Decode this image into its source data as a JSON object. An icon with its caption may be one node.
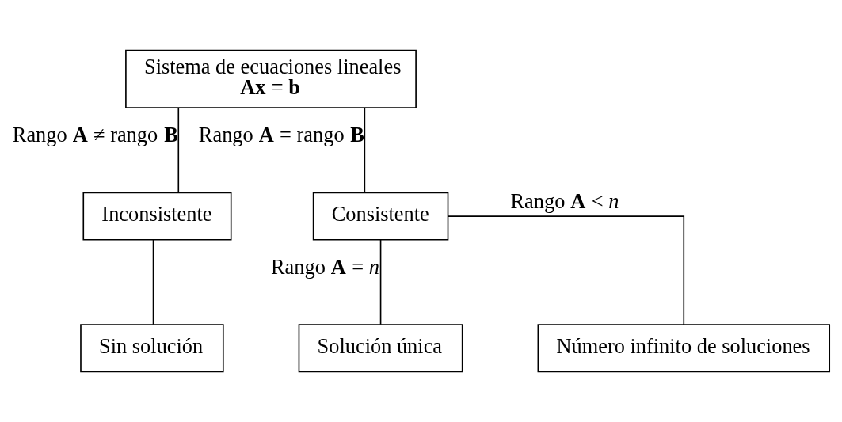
{
  "diagram": {
    "nodes": [
      {
        "text": [
          "Sistema de ecuaciones lineales",
          "**Ax** = **b**"
        ]
      },
      {
        "text": [
          "Inconsistente"
        ]
      },
      {
        "text": [
          "Consistente"
        ]
      },
      {
        "text": [
          "Sin solución"
        ]
      },
      {
        "text": [
          "Solución única"
        ]
      },
      {
        "text": [
          "Número infinito de soluciones"
        ]
      }
    ],
    "edges": [
      {
        "from": 0,
        "to": 1,
        "arrow": "none",
        "label": "Rango **A** ≠ rango **B**"
      },
      {
        "from": 0,
        "to": 2,
        "arrow": "none",
        "label": "Rango **A** = rango **B**"
      },
      {
        "from": 1,
        "to": 3,
        "arrow": "none"
      },
      {
        "from": 2,
        "to": 4,
        "arrow": "none",
        "label": "Rango **A** = *n*"
      },
      {
        "from": 2,
        "to": 5,
        "arrow": "none",
        "label": "Rango **A** < *n*"
      }
    ]
  }
}
